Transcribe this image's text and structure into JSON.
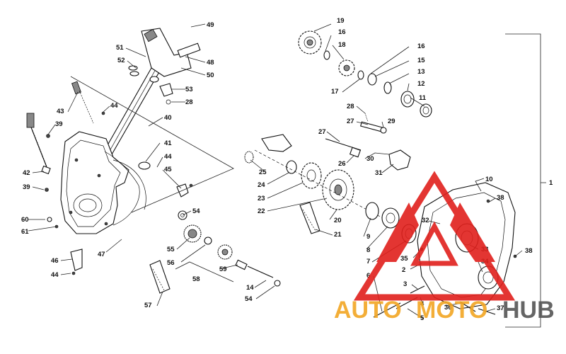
{
  "labels": {
    "l1": "1",
    "l2": "2",
    "l3": "3",
    "l4": "4",
    "l5": "5",
    "l6": "6",
    "l7": "7",
    "l8": "8",
    "l9": "9",
    "l10": "10",
    "l11": "11",
    "l12": "12",
    "l13": "13",
    "l14": "14",
    "l15": "15",
    "l16a": "16",
    "l16b": "16",
    "l17": "17",
    "l18": "18",
    "l19": "19",
    "l20": "20",
    "l21": "21",
    "l22": "22",
    "l23": "23",
    "l24": "24",
    "l25": "25",
    "l26": "26",
    "l27": "27",
    "l28a": "28",
    "l28b": "28",
    "l29": "29",
    "l30": "30",
    "l31": "31",
    "l32": "32",
    "l33": "33",
    "l34": "34",
    "l35": "35",
    "l36": "36",
    "l37": "37",
    "l38a": "38",
    "l38b": "38",
    "l39a": "39",
    "l39b": "39",
    "l40": "40",
    "l41": "41",
    "l42": "42",
    "l43": "43",
    "l44a": "44",
    "l44b": "44",
    "l44c": "44",
    "l45": "45",
    "l46": "46",
    "l47": "47",
    "l48": "48",
    "l49": "49",
    "l50": "50",
    "l51": "51",
    "l52": "52",
    "l53": "53",
    "l54a": "54",
    "l54b": "54",
    "l55": "55",
    "l56": "56",
    "l57": "57",
    "l58": "58",
    "l59": "59",
    "l60": "60",
    "l61": "61"
  },
  "watermark": {
    "word_auto": "AUTO",
    "word_moto": "MOTO",
    "word_hub": "HUB",
    "colors": {
      "red": "#e0201c",
      "orange": "#f2a623",
      "gray": "#555555"
    }
  }
}
